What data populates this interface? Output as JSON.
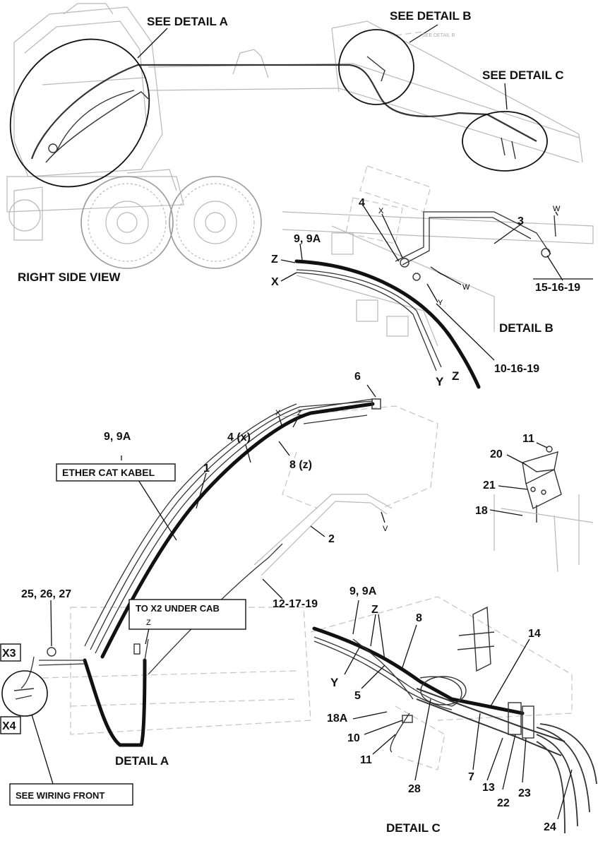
{
  "views": {
    "right_side": "RIGHT SIDE VIEW",
    "see_a": "SEE DETAIL A",
    "see_b": "SEE DETAIL B",
    "see_c": "SEE DETAIL C",
    "detail_a": "DETAIL A",
    "detail_b": "DETAIL B",
    "detail_c": "DETAIL C"
  },
  "callouts": {
    "ether_cat": "ETHER CAT KABEL",
    "to_x2": "TO X2 UNDER CAB",
    "see_wiring": "SEE WIRING FRONT"
  },
  "connectors": {
    "x3": "X3",
    "x4": "X4"
  },
  "detail_b_labels": {
    "p9": "9, 9A",
    "p4": "4",
    "p3": "3",
    "x": "X",
    "w1": "W",
    "w2": "W",
    "y_small": "Y",
    "z": "Z",
    "x_big": "X",
    "p15": "15-16-19",
    "p10": "10-16-19",
    "y_big": "Y",
    "z_big": "Z"
  },
  "detail_a_labels": {
    "p9": "9, 9A",
    "p4x": "4 (x)",
    "p8z": "8 (z)",
    "p1": "1",
    "p2": "2",
    "p6": "6",
    "x": "X",
    "z": "Z",
    "v": "V",
    "p12": "12-17-19",
    "p25": "25, 26, 27",
    "z2": "Z"
  },
  "bracket_labels": {
    "p11": "11",
    "p20": "20",
    "p21": "21",
    "p18": "18"
  },
  "detail_c_labels": {
    "p9": "9, 9A",
    "z": "Z",
    "p8": "8",
    "p14": "14",
    "y": "Y",
    "p5": "5",
    "p18a": "18A",
    "p10": "10",
    "p11": "11",
    "p28": "28",
    "p7": "7",
    "p13": "13",
    "p22": "22",
    "p23": "23",
    "p24": "24"
  },
  "ghost_text": "SEE DETAIL B"
}
